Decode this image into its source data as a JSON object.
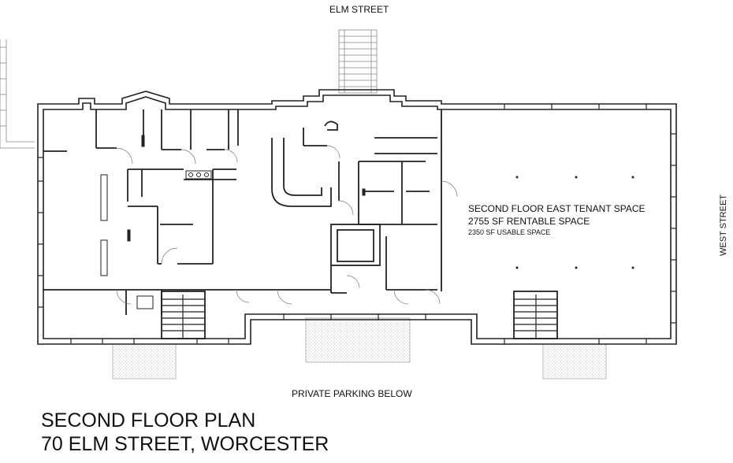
{
  "streets": {
    "north": "ELM STREET",
    "east": "WEST STREET",
    "south": "PRIVATE PARKING BELOW"
  },
  "tenant_space": {
    "name": "SECOND FLOOR EAST TENANT SPACE",
    "rentable": "2755 SF RENTABLE SPACE",
    "usable": "2350 SF USABLE SPACE"
  },
  "title": {
    "line1": "SECOND FLOOR PLAN",
    "line2": "70 ELM STREET, WORCESTER"
  },
  "colors": {
    "line": "#222222",
    "wall_fill": "#ffffff",
    "hatch": "#b0b0b0"
  }
}
